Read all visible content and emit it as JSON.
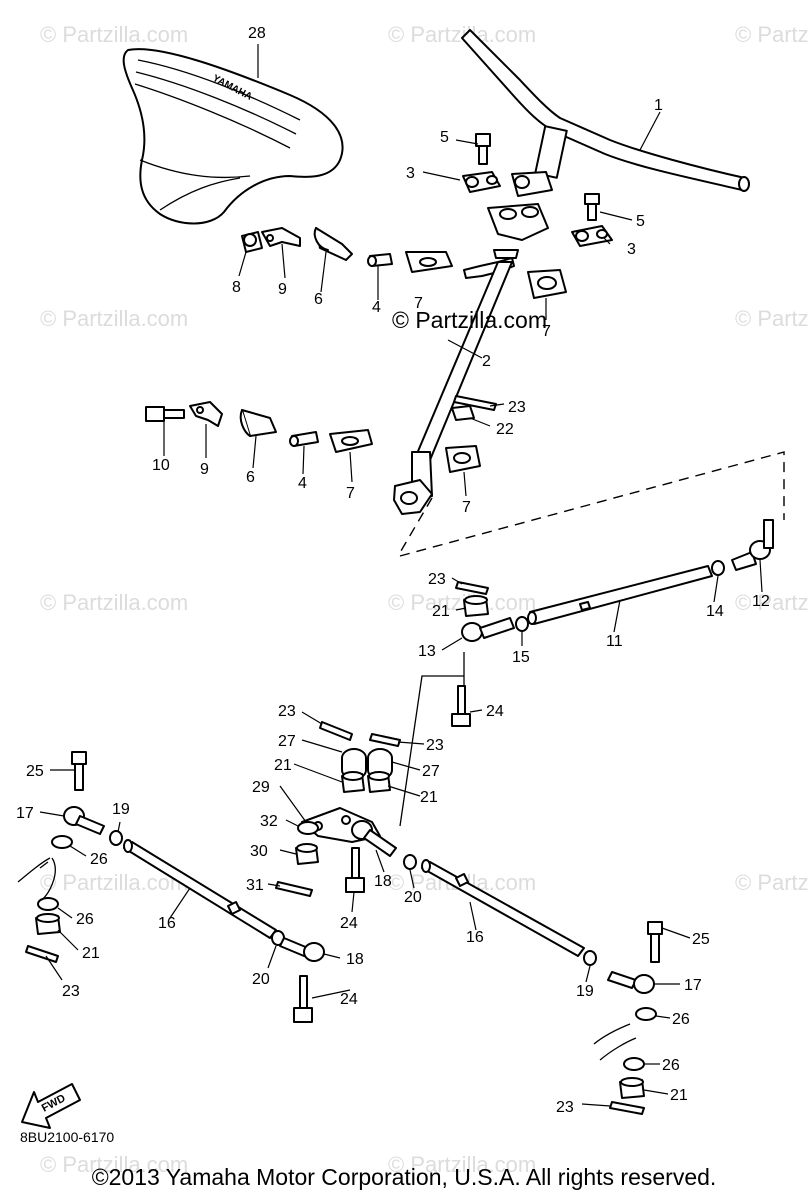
{
  "watermark": "© Partzilla.com",
  "brand_watermark": "© Partzilla.com",
  "seat_logo": "YAMAHA",
  "fwd_label": "FWD",
  "diagram_code": "8BU2100-6170",
  "copyright": "©2013 Yamaha Motor Corporation, U.S.A. All rights reserved.",
  "callouts": {
    "c1": "1",
    "c2": "2",
    "c3a": "3",
    "c3b": "3",
    "c4a": "4",
    "c4b": "4",
    "c5a": "5",
    "c5b": "5",
    "c6a": "6",
    "c6b": "6",
    "c7a": "7",
    "c7b": "7",
    "c7c": "7",
    "c7d": "7",
    "c8": "8",
    "c9a": "9",
    "c9b": "9",
    "c10": "10",
    "c11": "11",
    "c12": "12",
    "c13": "13",
    "c14": "14",
    "c15": "15",
    "c16a": "16",
    "c16b": "16",
    "c17a": "17",
    "c17b": "17",
    "c18a": "18",
    "c18b": "18",
    "c19a": "19",
    "c19b": "19",
    "c20a": "20",
    "c20b": "20",
    "c21a": "21",
    "c21b": "21",
    "c21c": "21",
    "c21d": "21",
    "c21e": "21",
    "c22": "22",
    "c23a": "23",
    "c23b": "23",
    "c23c": "23",
    "c23d": "23",
    "c23e": "23",
    "c23f": "23",
    "c24a": "24",
    "c24b": "24",
    "c24c": "24",
    "c25a": "25",
    "c25b": "25",
    "c26a": "26",
    "c26b": "26",
    "c26c": "26",
    "c26d": "26",
    "c27a": "27",
    "c27b": "27",
    "c28": "28",
    "c29": "29",
    "c30": "30",
    "c31": "31",
    "c32": "32"
  }
}
